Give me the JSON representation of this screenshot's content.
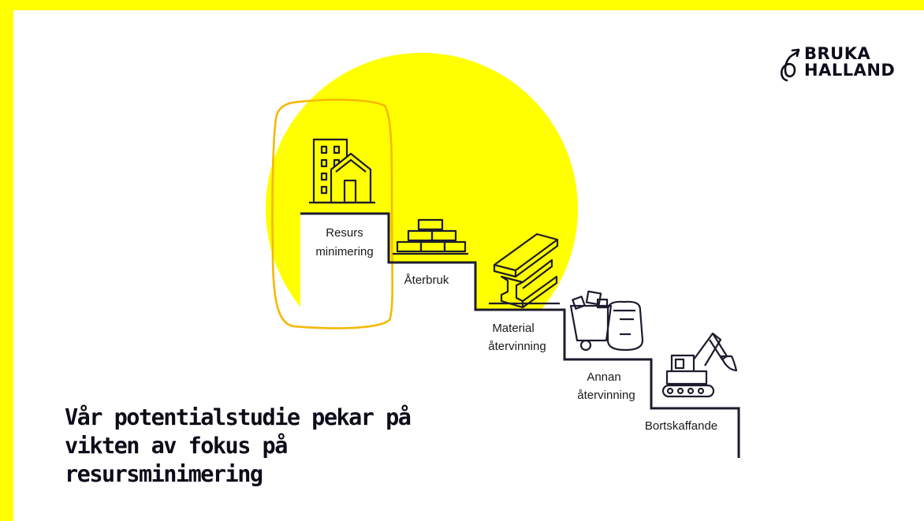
{
  "colors": {
    "frame": "#ffff00",
    "sun": "#ffff00",
    "highlight_outline": "#f5b800",
    "stairs": "#1c1c2e",
    "text": "#0d0d1a"
  },
  "logo": {
    "line1": "BRUKA",
    "line2": "HALLAND",
    "icon": "leaf-arrow-icon"
  },
  "steps": [
    {
      "line1": "Resurs",
      "line2": "minimering",
      "icon": "buildings-icon"
    },
    {
      "line1": "Återbruk",
      "line2": "",
      "icon": "bricks-icon"
    },
    {
      "line1": "Material",
      "line2": "återvinning",
      "icon": "steel-beam-icon"
    },
    {
      "line1": "Annan",
      "line2": "återvinning",
      "icon": "waste-bin-icon"
    },
    {
      "line1": "Bortskaffande",
      "line2": "",
      "icon": "excavator-icon"
    }
  ],
  "headline": {
    "line1": "Vår potentialstudie pekar på",
    "line2": "vikten av fokus på",
    "line3": "resursminimering"
  }
}
